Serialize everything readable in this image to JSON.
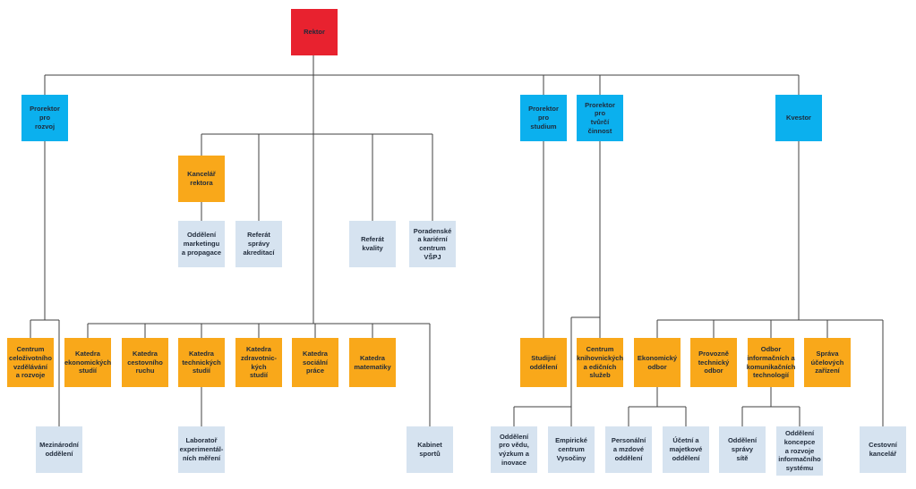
{
  "colors": {
    "rector": "#e8222f",
    "prorector": "#0bb0ee",
    "unit": "#f9a81a",
    "sub": "#d6e3f0",
    "line": "#404040"
  },
  "nodes": {
    "rektor": "Rektor",
    "prorektor_rozvoj": "Prorektor\npro\nrozvoj",
    "prorektor_studium": "Prorektor\npro\nstudium",
    "prorektor_tvurci": "Prorektor\npro\ntvůrčí\nčinnost",
    "kvestor": "Kvestor",
    "kancelar_rektora": "Kancelář\nrektora",
    "oddeleni_marketingu": "Oddělení\nmarketingu\na propagace",
    "referat_akreditaci": "Referát\nsprávy\nakreditací",
    "referat_kvality": "Referát\nkvality",
    "poradenske_centrum": "Poradenské\na kariérní\ncentrum\nVŠPJ",
    "centrum_celozivotniho": "Centrum\nceloživotního\nvzdělávání\na rozvoje",
    "mezinarodni_oddeleni": "Mezinárodní\noddělení",
    "katedra_ekonomickych": "Katedra\nekonomických\nstudií",
    "katedra_cestovniho": "Katedra\ncestovního\nruchu",
    "katedra_technickych": "Katedra\ntechnických\nstudií",
    "laborator": "Laboratoř\nexperimentál-\nních měření",
    "katedra_zdravotnickych": "Katedra\nzdravotnic-\nkých\nstudií",
    "katedra_socialni": "Katedra\nsociální\npráce",
    "katedra_matematiky": "Katedra\nmatematiky",
    "kabinet_sportu": "Kabinet\nsportů",
    "studijni_oddeleni": "Studijní\noddělení",
    "oddeleni_pro_vedu": "Oddělení\npro vědu,\nvýzkum a\ninovace",
    "empiricke_centrum": "Empirické\ncentrum\nVysočiny",
    "centrum_knihovnickych": "Centrum\nknihovnických\na edičních\nslužeb",
    "ekonomicky_odbor": "Ekonomický\nodbor",
    "personalni_oddeleni": "Personální\na mzdové\noddělení",
    "ucetni_oddeleni": "Účetní a\nmajetkové\noddělení",
    "provozne_technicky": "Provozně\ntechnický\nodbor",
    "odbor_informacnich": "Odbor\ninformačních a\nkomunikačních\ntechnologií",
    "oddeleni_spravy_site": "Oddělení\nsprávy\nsítě",
    "oddeleni_koncepce": "Oddělení\nkoncepce\na rozvoje\ninformačního\nsystému",
    "sprava_ucelovych": "Správa\núčelových\nzařízení",
    "cestovni_kancelar": "Cestovní\nkancelář"
  }
}
